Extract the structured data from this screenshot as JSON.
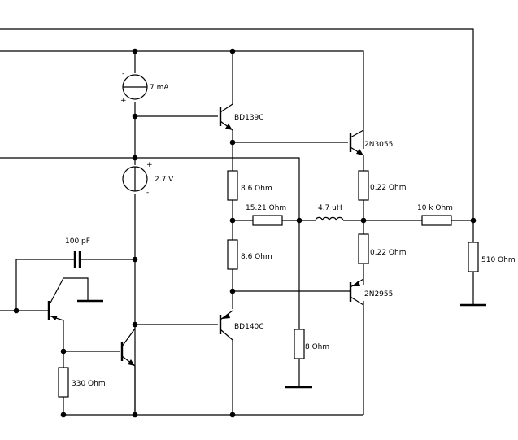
{
  "diagram": {
    "current_source": {
      "label": "7 mA",
      "minus": "-",
      "plus": "+"
    },
    "voltage_source": {
      "label": "2.7 V",
      "plus": "+",
      "minus": "-"
    },
    "transistors": {
      "q_bd139c": "BD139C",
      "q_2n3055": "2N3055",
      "q_bd140c": "BD140C",
      "q_2n2955": "2N2955"
    },
    "resistors": {
      "r_upper": "8.6  Ohm",
      "r_lower": "8.6  Ohm",
      "r_feedback": "15.21  Ohm",
      "r_emitter_top": "0.22  Ohm",
      "r_emitter_bottom": "0.22  Ohm",
      "r_series_out": "10 k  Ohm",
      "r_load_out": "510  Ohm",
      "r_load": "8  Ohm",
      "r_bias": "330  Ohm"
    },
    "inductor": "4.7 uH",
    "capacitor": "100 pF"
  }
}
